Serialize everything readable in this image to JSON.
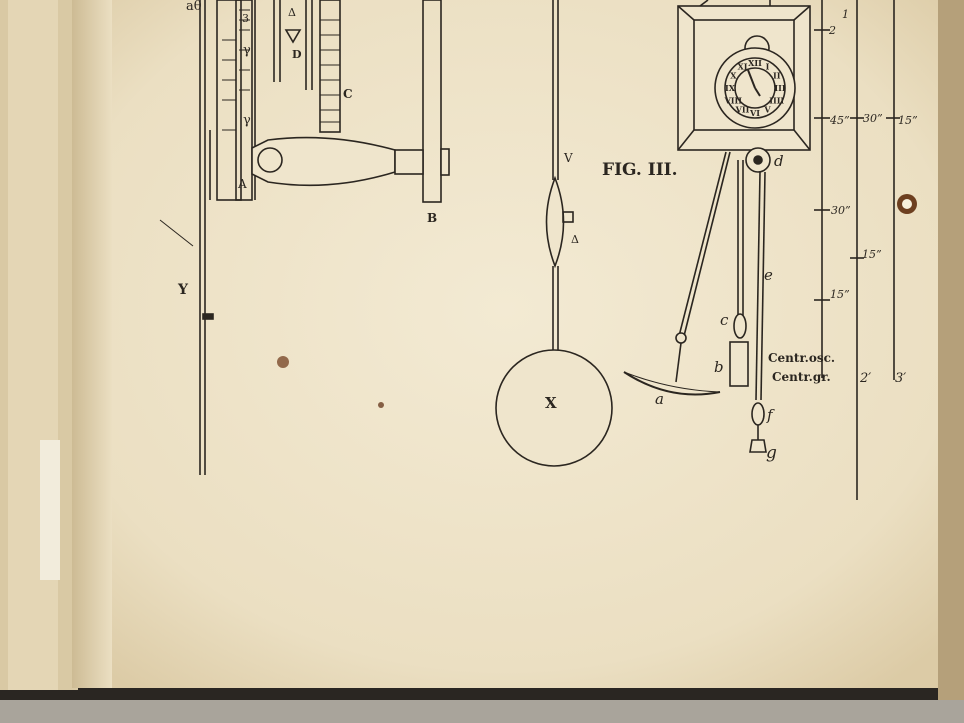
{
  "figure_title": "FIG. III.",
  "colors": {
    "paper": "#efe5cc",
    "ink": "#2b2620",
    "page_edge": "#d8c9a6",
    "background": "#2a2622"
  },
  "labels_left": {
    "A": "A",
    "B": "B",
    "C": "C",
    "D": "D",
    "Y": "Y",
    "ab": "aθ",
    "three": "3",
    "gamma1": "γ",
    "gamma2": "γ",
    "delta": "Δ"
  },
  "labels_center": {
    "V": "V",
    "X": "X",
    "delta": "Δ"
  },
  "labels_clock": {
    "a": "a",
    "b": "b",
    "c": "c",
    "d": "d",
    "e": "e",
    "f": "f",
    "g": "g"
  },
  "clock_numerals": [
    "XII",
    "I",
    "II",
    "III",
    "IIII",
    "V",
    "VI",
    "VII",
    "VIII",
    "IX",
    "X",
    "XI"
  ],
  "scale": {
    "top": "1",
    "top2": "2",
    "m45": "45”",
    "m30": "30”",
    "m15": "15”",
    "mid30": "30”",
    "mid15": "15”",
    "low15": "15”",
    "centr1": "Centr.osc.",
    "centr2": "Centr.gr.",
    "n2": "2′",
    "n3": "3′"
  }
}
